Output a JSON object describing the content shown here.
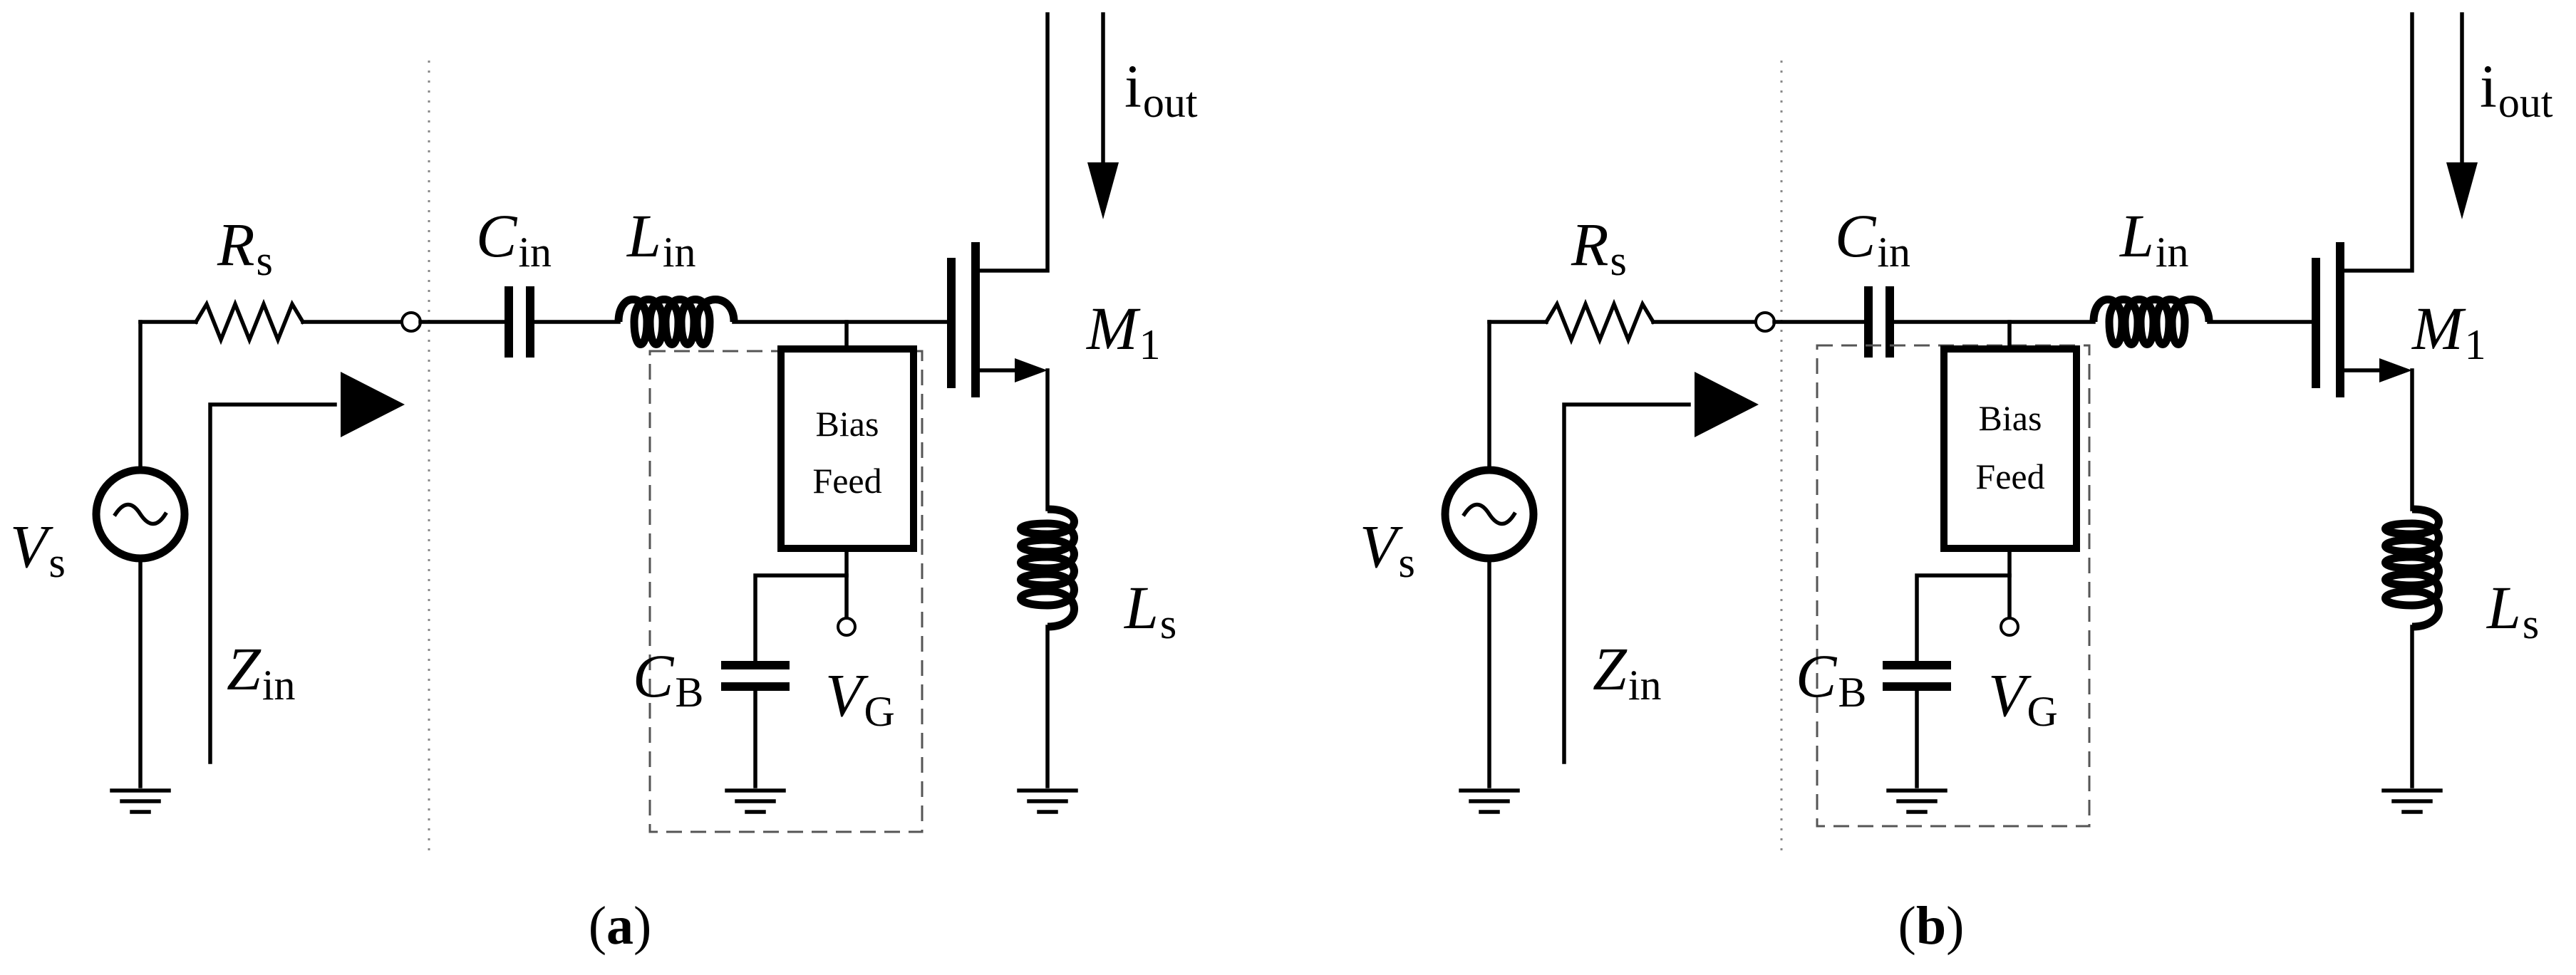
{
  "panels": [
    {
      "caption_open": "(",
      "caption_letter": "a",
      "caption_close": ")",
      "labels": {
        "rs_main": "R",
        "rs_sub": "s",
        "cin_main": "C",
        "cin_sub": "in",
        "lin_main": "L",
        "lin_sub": "in",
        "m1_main": "M",
        "m1_sub": "1",
        "iout_main": "i",
        "iout_sub": "out",
        "vs_main": "V",
        "vs_sub": "s",
        "zin_main": "Z",
        "zin_sub": "in",
        "ls_main": "L",
        "ls_sub": "s",
        "cb_main": "C",
        "cb_sub": "B",
        "vg_main": "V",
        "vg_sub": "G",
        "bias_line1": "Bias",
        "bias_line2": "Feed"
      }
    },
    {
      "caption_open": "(",
      "caption_letter": "b",
      "caption_close": ")",
      "labels": {
        "rs_main": "R",
        "rs_sub": "s",
        "cin_main": "C",
        "cin_sub": "in",
        "lin_main": "L",
        "lin_sub": "in",
        "m1_main": "M",
        "m1_sub": "1",
        "iout_main": "i",
        "iout_sub": "out",
        "vs_main": "V",
        "vs_sub": "s",
        "zin_main": "Z",
        "zin_sub": "in",
        "ls_main": "L",
        "ls_sub": "s",
        "cb_main": "C",
        "cb_sub": "B",
        "vg_main": "V",
        "vg_sub": "G",
        "bias_line1": "Bias",
        "bias_line2": "Feed"
      }
    }
  ]
}
